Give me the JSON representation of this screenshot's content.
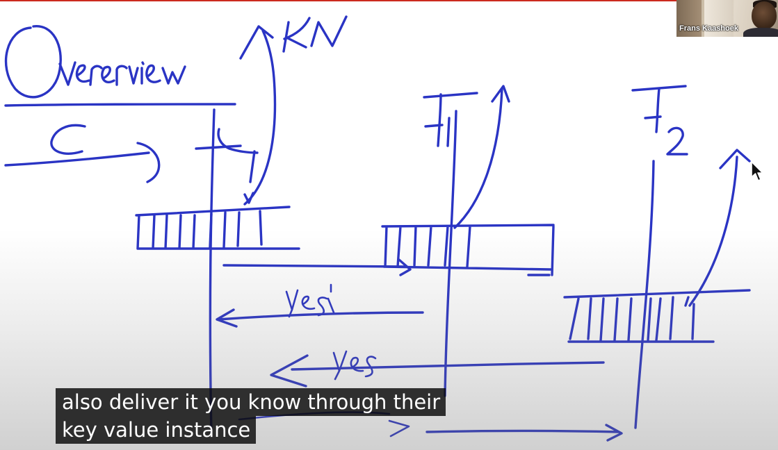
{
  "presenter": {
    "name": "Frans Kaashoek"
  },
  "whiteboard": {
    "ink_color": "#2a34c4",
    "labels": {
      "title": "Overview",
      "kv": "KV",
      "client": "C",
      "frontend": "F",
      "frontend_1_subscript": "1",
      "frontend_2_subscript": "2",
      "yes_1": "yes",
      "yes_2": "yes"
    }
  },
  "caption": {
    "lines": [
      "also deliver it you know through their",
      "key value instance"
    ]
  },
  "colors": {
    "recording_bar": "#cc2a1f",
    "caption_background": "#080808",
    "caption_text": "#ffffff"
  }
}
